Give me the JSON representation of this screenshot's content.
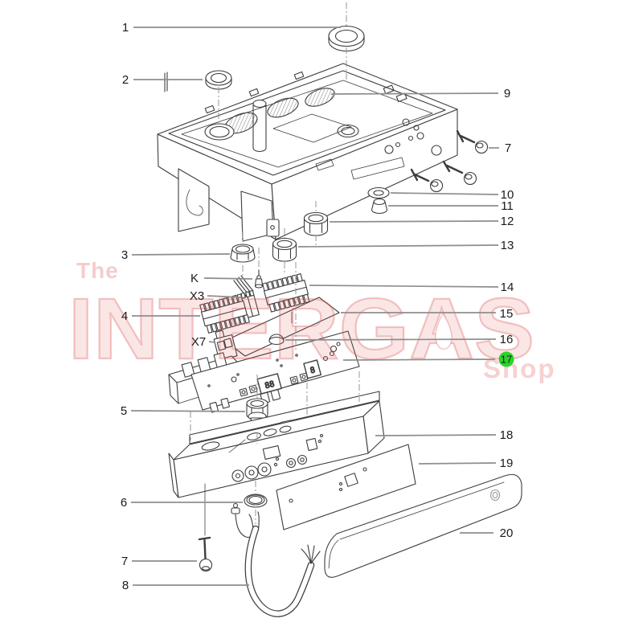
{
  "page": {
    "background": "#ffffff"
  },
  "watermark": {
    "prefix": "The",
    "brand": "INTERGAS",
    "suffix": "Shop"
  },
  "highlight": {
    "color": "#2bd32b"
  },
  "pcb": {
    "display_left": "88",
    "display_right": "8"
  },
  "callouts": {
    "c1": "1",
    "c2": "2",
    "c3": "3",
    "c4": "4",
    "c5": "5",
    "c6": "6",
    "c7_left": "7",
    "c7_right": "7",
    "c8": "8",
    "c9": "9",
    "c10": "10",
    "c11": "11",
    "c12": "12",
    "c13": "13",
    "c14": "14",
    "c15": "15",
    "c16": "16",
    "c17": "17",
    "c18": "18",
    "c19": "19",
    "c20": "20",
    "k": "K",
    "x3": "X3",
    "x7": "X7"
  }
}
